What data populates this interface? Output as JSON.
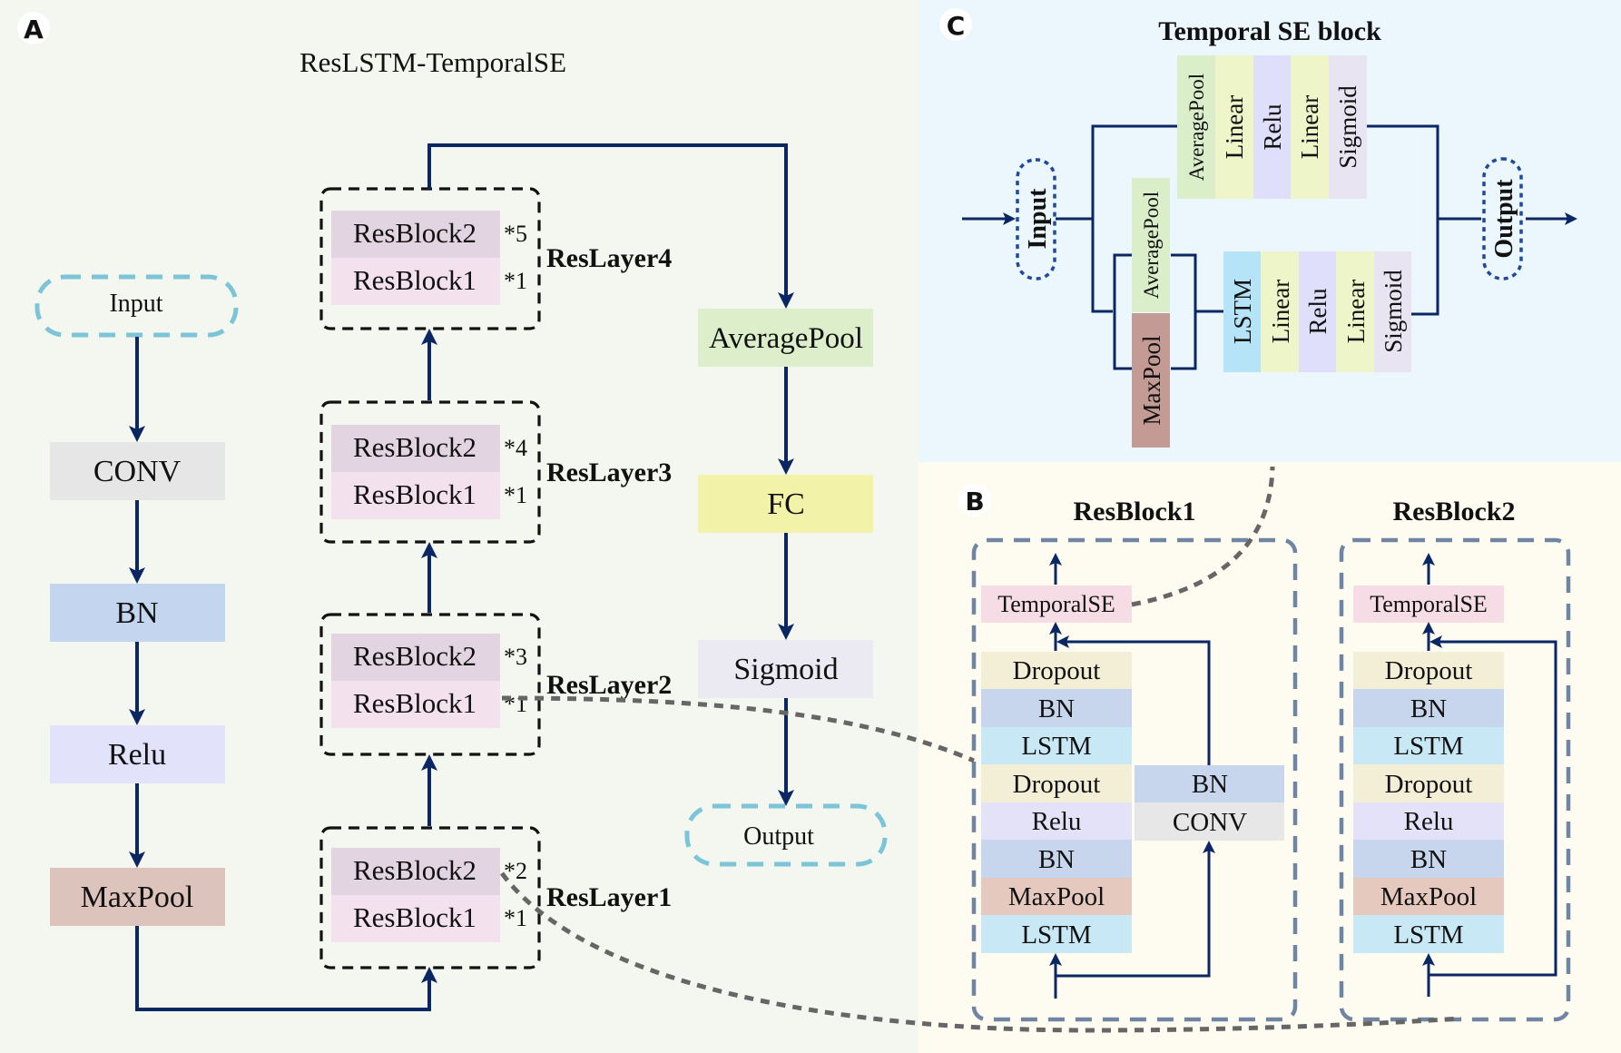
{
  "panels": {
    "a": {
      "badge": "A",
      "title": "ResLSTM-TemporalSE",
      "stem": [
        {
          "label": "Input",
          "kind": "terminal"
        },
        {
          "label": "CONV",
          "color": "#e6e6e6"
        },
        {
          "label": "BN",
          "color": "#c4d6ef"
        },
        {
          "label": "Relu",
          "color": "#e2e2fb"
        },
        {
          "label": "MaxPool",
          "color": "#dcc4bc"
        }
      ],
      "layers": [
        {
          "name": "ResLayer4",
          "blocks": [
            {
              "label": "ResBlock2",
              "count": "*5"
            },
            {
              "label": "ResBlock1",
              "count": "*1"
            }
          ]
        },
        {
          "name": "ResLayer3",
          "blocks": [
            {
              "label": "ResBlock2",
              "count": "*4"
            },
            {
              "label": "ResBlock1",
              "count": "*1"
            }
          ]
        },
        {
          "name": "ResLayer2",
          "blocks": [
            {
              "label": "ResBlock2",
              "count": "*3"
            },
            {
              "label": "ResBlock1",
              "count": "*1"
            }
          ]
        },
        {
          "name": "ResLayer1",
          "blocks": [
            {
              "label": "ResBlock2",
              "count": "*2"
            },
            {
              "label": "ResBlock1",
              "count": "*1"
            }
          ]
        }
      ],
      "head": [
        {
          "label": "AveragePool",
          "color": "#ddeecb"
        },
        {
          "label": "FC",
          "color": "#f2f2a8"
        },
        {
          "label": "Sigmoid",
          "color": "#ebe9f2"
        },
        {
          "label": "Output",
          "kind": "terminal"
        }
      ]
    },
    "b": {
      "badge": "B",
      "resblock1": {
        "title": "ResBlock1",
        "top": "TemporalSE",
        "stack": [
          "Dropout",
          "BN",
          "LSTM",
          "Dropout",
          "Relu",
          "BN",
          "MaxPool",
          "LSTM"
        ],
        "shortcut": [
          "BN",
          "CONV"
        ]
      },
      "resblock2": {
        "title": "ResBlock2",
        "top": "TemporalSE",
        "stack": [
          "Dropout",
          "BN",
          "LSTM",
          "Dropout",
          "Relu",
          "BN",
          "MaxPool",
          "LSTM"
        ]
      }
    },
    "c": {
      "badge": "C",
      "title": "Temporal SE block",
      "input": "Input",
      "output": "Output",
      "upper_branch": [
        "AveragePool",
        "Linear",
        "Relu",
        "Linear",
        "Sigmoid"
      ],
      "pool_pair": [
        "AveragePool",
        "MaxPool"
      ],
      "lower_branch": [
        "LSTM",
        "Linear",
        "Relu",
        "Linear",
        "Sigmoid"
      ]
    }
  },
  "colors": {
    "panel_a_bg": "#f4f7ef",
    "panel_b_bg": "#fefbf0",
    "panel_c_bg": "#ebf6fd",
    "arrow": "#0b2763",
    "resblock2": "#e2d5e1",
    "resblock1": "#f3e1ee",
    "temporalse": "#f6dde5",
    "dropout": "#f3eed6",
    "bn": "#c7d6ec",
    "lstm": "#c9e8f5",
    "relu": "#e4e2f8",
    "maxpool": "#e5c9be",
    "conv": "#e7e7e7",
    "avgpool": "#d9eec9",
    "linear": "#eef6c9",
    "sigmoid": "#e9e4f1",
    "lstm_c": "#b5e3f8",
    "maxpool_c": "#c49a94"
  }
}
